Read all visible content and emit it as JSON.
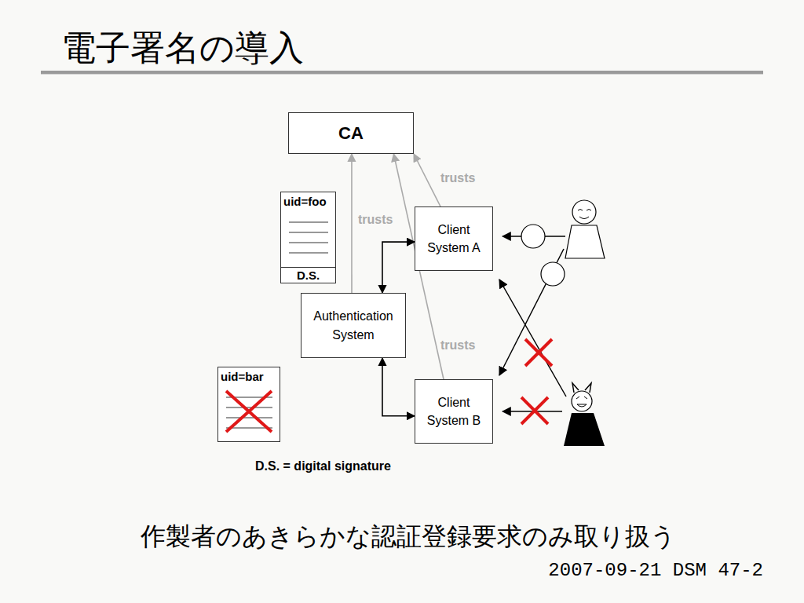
{
  "diagram": {
    "title": "電子署名の導入",
    "caption": "作製者のあきらかな認証登録要求のみ取り扱う",
    "nodes": [
      {
        "text": [
          "CA"
        ]
      },
      {
        "text": [
          "uid=foo",
          "D.S."
        ]
      },
      {
        "text": [
          "Client System A"
        ]
      },
      {
        "text": [
          "Authentication System"
        ]
      },
      {
        "text": [
          "uid=bar"
        ]
      },
      {
        "text": [
          "Client System B"
        ]
      }
    ],
    "edges": [
      {
        "from": 3,
        "to": 0,
        "arrow": "to",
        "label": "trusts"
      },
      {
        "from": 2,
        "to": 0,
        "arrow": "to",
        "label": "trusts"
      },
      {
        "from": 5,
        "to": 0,
        "arrow": "to",
        "label": "trusts"
      },
      {
        "from": 3,
        "to": 2,
        "arrow": "both"
      },
      {
        "from": 3,
        "to": 5,
        "arrow": "both"
      }
    ],
    "labels": [
      "D.S. = digital signature",
      "2007-09-21 DSM 47-2"
    ]
  }
}
